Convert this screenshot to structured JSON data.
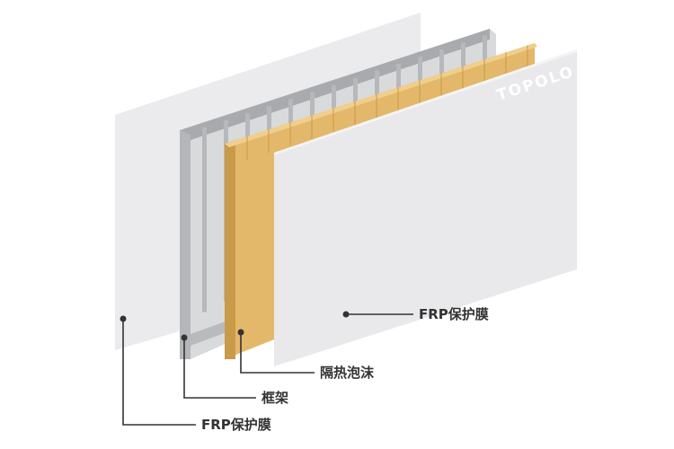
{
  "diagram": {
    "brand_watermark": "TOPOLO",
    "layers": [
      {
        "id": "front-frp",
        "label": "FRP保护膜"
      },
      {
        "id": "foam",
        "label": "隔热泡沫"
      },
      {
        "id": "frame",
        "label": "框架"
      },
      {
        "id": "back-frp",
        "label": "FRP保护膜"
      }
    ],
    "colors": {
      "panel": "#e8e8ea",
      "panel_edge": "#dcdcdf",
      "frame": "#b9babd",
      "frame_dark": "#9d9ea2",
      "foam": "#e3b86a",
      "foam_dark": "#c99a4a",
      "leader": "#333333"
    }
  }
}
